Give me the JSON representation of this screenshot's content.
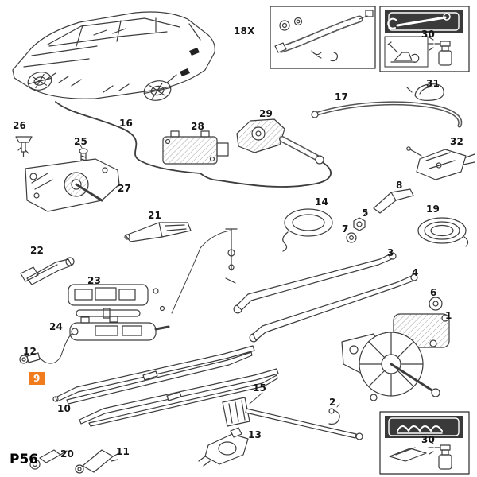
{
  "page": {
    "code": "P56"
  },
  "theme": {
    "line_color": "#3d3d3d",
    "box_border": "#2b2b2b",
    "highlight_bg": "#f07c1e",
    "highlight_text": "#ffffff",
    "emblem_bg": "#3a3a3a"
  },
  "icons": {
    "emblem_top": "crossed-wrench-icon",
    "oil_can": "oil-can-icon",
    "spray_top": "spray-bottle-icon",
    "emblem_bottom": "spring-tool-icon",
    "gasket": "gasket-icon",
    "spray_bottom": "spray-bottle-icon"
  },
  "callouts": {
    "c18x": "18X",
    "c30top": "30",
    "c31": "31",
    "c17": "17",
    "c16": "16",
    "c26": "26",
    "c25": "25",
    "c28": "28",
    "c29": "29",
    "c32": "32",
    "c27": "27",
    "c21": "21",
    "c14": "14",
    "c5": "5",
    "c8": "8",
    "c19": "19",
    "c7": "7",
    "c22": "22",
    "c3": "3",
    "c4": "4",
    "c6": "6",
    "c23": "23",
    "c1": "1",
    "c24": "24",
    "c12": "12",
    "c9": "9",
    "c10": "10",
    "c15": "15",
    "c2": "2",
    "c13": "13",
    "c11": "11",
    "c20": "20",
    "c30bottom": "30"
  }
}
